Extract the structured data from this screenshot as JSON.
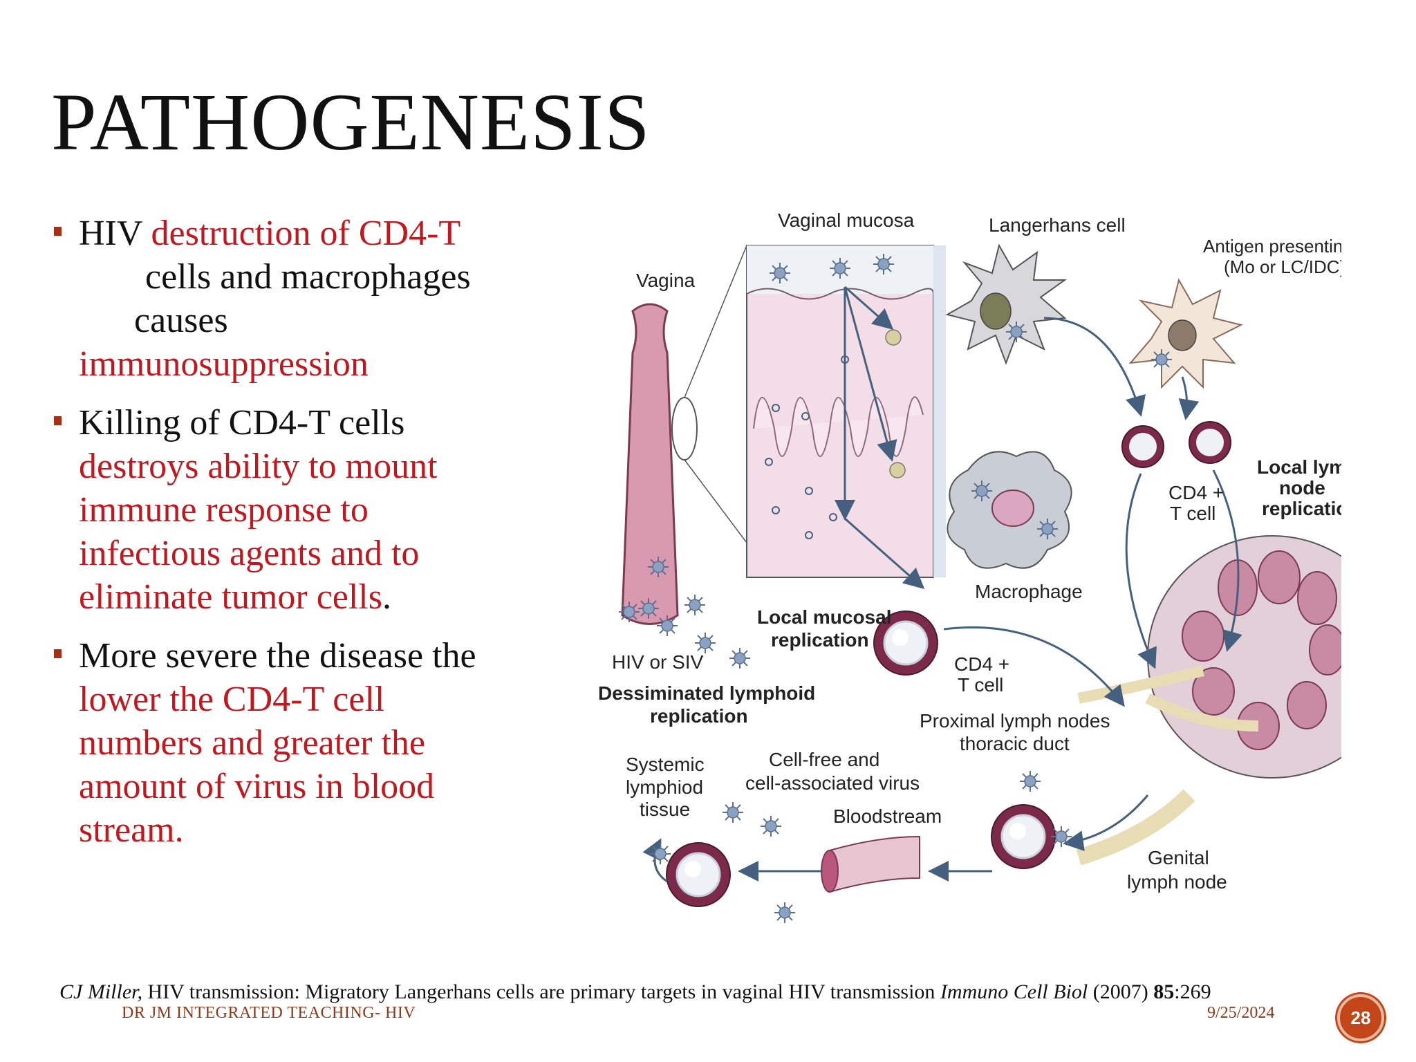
{
  "slide": {
    "title": "PATHOGENESIS",
    "bullets": [
      {
        "lines": [
          {
            "parts": [
              {
                "text": "HIV ",
                "color": "black"
              },
              {
                "text": "destruction of CD4-T",
                "color": "red"
              }
            ]
          },
          {
            "parts": [
              {
                "text": "cells and macrophages",
                "color": "black"
              }
            ]
          },
          {
            "parts": [
              {
                "text": "causes",
                "color": "black"
              }
            ]
          },
          {
            "parts": [
              {
                "text": "immunosuppression",
                "color": "red"
              }
            ]
          }
        ]
      },
      {
        "lines": [
          {
            "parts": [
              {
                "text": "Killing of CD4-T cells",
                "color": "black"
              }
            ]
          },
          {
            "parts": [
              {
                "text": "destroys ability to mount",
                "color": "red"
              }
            ]
          },
          {
            "parts": [
              {
                "text": "immune response to",
                "color": "red"
              }
            ]
          },
          {
            "parts": [
              {
                "text": "infectious agents and to",
                "color": "red"
              }
            ]
          },
          {
            "parts": [
              {
                "text": "eliminate tumor cells",
                "color": "red"
              },
              {
                "text": ".",
                "color": "black"
              }
            ]
          }
        ]
      },
      {
        "lines": [
          {
            "parts": [
              {
                "text": "More severe the disease the",
                "color": "black"
              }
            ]
          },
          {
            "parts": [
              {
                "text": "lower the CD4-T cell",
                "color": "red"
              }
            ]
          },
          {
            "parts": [
              {
                "text": "numbers and greater the",
                "color": "red"
              }
            ]
          },
          {
            "parts": [
              {
                "text": "amount of virus in blood",
                "color": "red"
              }
            ]
          },
          {
            "parts": [
              {
                "text": "stream.",
                "color": "red"
              }
            ]
          }
        ]
      }
    ],
    "diagram_labels": {
      "vaginal_mucosa": "Vaginal mucosa",
      "langerhans_cell": "Langerhans cell",
      "apc_line1": "Antigen presenting cell",
      "apc_line2": "(Mo or LC/IDC)",
      "vagina": "Vagina",
      "cd4_tcell_1a": "CD4 +",
      "cd4_tcell_1b": "T cell",
      "local_lymph_1": "Local lymph",
      "local_lymph_2": "node",
      "local_lymph_3": "replication",
      "macrophage": "Macrophage",
      "local_mucosal_1": "Local mucosal",
      "local_mucosal_2": "replication",
      "hiv_siv": "HIV or SIV",
      "cd4_tcell_2a": "CD4 +",
      "cd4_tcell_2b": "T cell",
      "disseminated_1": "Dessiminated lymphoid",
      "disseminated_2": "replication",
      "proximal_1": "Proximal lymph nodes",
      "proximal_2": "thoracic duct",
      "systemic_1": "Systemic",
      "systemic_2": "lymphiod",
      "systemic_3": "tissue",
      "cellfree_1": "Cell-free and",
      "cellfree_2": "cell-associated virus",
      "bloodstream": "Bloodstream",
      "genital_1": "Genital",
      "genital_2": "lymph node"
    },
    "citation": {
      "author": "CJ Miller,",
      "text": " HIV transmission: Migratory Langerhans cells are primary targets in vaginal HIV transmission ",
      "journal": "Immuno Cell Biol",
      "year": " (2007) ",
      "volume": "85",
      "pages": ":269"
    },
    "footer": {
      "left": "DR JM INTEGRATED TEACHING- HIV",
      "date": "9/25/2024",
      "page": "28"
    },
    "colors": {
      "red_text": "#c0181e",
      "bullet_marker": "#a3311a",
      "footer_text": "#8b3a1a",
      "badge": "#c24617"
    }
  }
}
